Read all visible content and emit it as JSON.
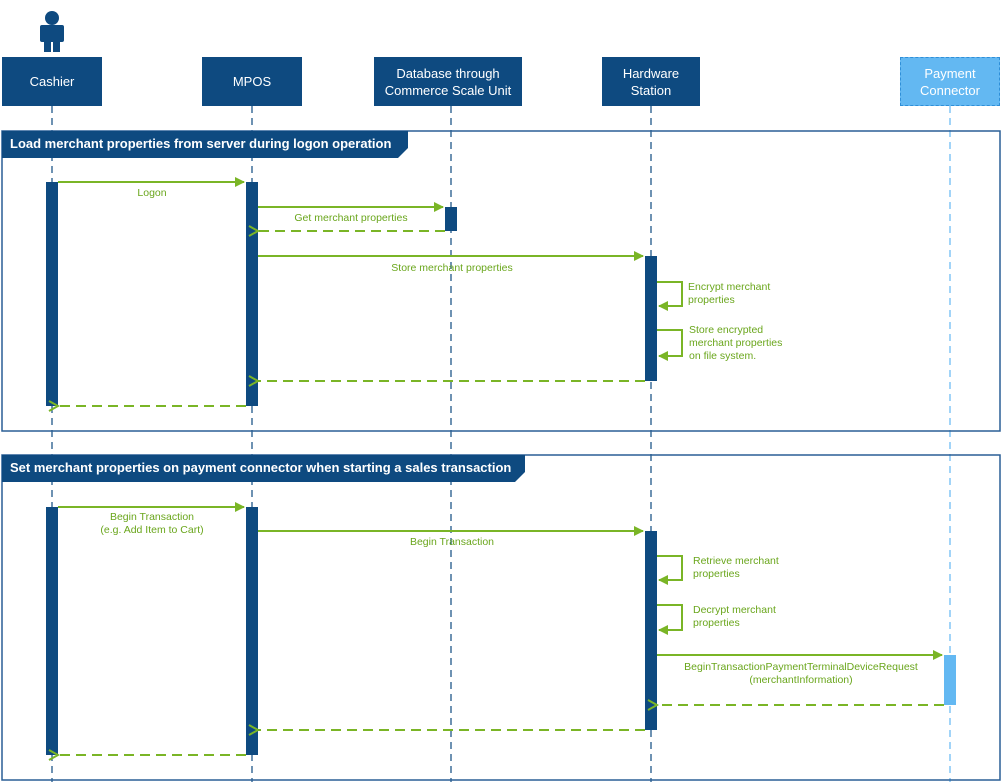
{
  "colors": {
    "actor_dark": "#0e4a80",
    "actor_light": "#63b8f2",
    "arrow": "#7ab526",
    "lifeline": "#0e4a80",
    "frame_border": "#2a5f95"
  },
  "actors": [
    {
      "id": "cashier",
      "label": "Cashier",
      "style": "dark",
      "icon": "person-icon"
    },
    {
      "id": "mpos",
      "label": "MPOS",
      "style": "dark"
    },
    {
      "id": "database",
      "label": "Database through\nCommerce Scale Unit",
      "style": "dark"
    },
    {
      "id": "hardware",
      "label": "Hardware\nStation",
      "style": "dark"
    },
    {
      "id": "payment",
      "label": "Payment\nConnector",
      "style": "light"
    }
  ],
  "frames": [
    {
      "title": "Load merchant properties from server during logon operation"
    },
    {
      "title": "Set merchant properties on payment connector when starting a sales transaction"
    }
  ],
  "messages": [
    {
      "label": "Logon",
      "from": "cashier",
      "to": "mpos",
      "kind": "sync"
    },
    {
      "label": "Get merchant properties",
      "from": "mpos",
      "to": "database",
      "kind": "sync"
    },
    {
      "label": "",
      "from": "database",
      "to": "mpos",
      "kind": "return"
    },
    {
      "label": "Store merchant properties",
      "from": "mpos",
      "to": "hardware",
      "kind": "sync"
    },
    {
      "label": "Encrypt merchant\nproperties",
      "from": "hardware",
      "to": "hardware",
      "kind": "self"
    },
    {
      "label": "Store encrypted\nmerchant properties\non file system.",
      "from": "hardware",
      "to": "hardware",
      "kind": "self"
    },
    {
      "label": "",
      "from": "hardware",
      "to": "mpos",
      "kind": "return"
    },
    {
      "label": "",
      "from": "mpos",
      "to": "cashier",
      "kind": "return"
    },
    {
      "label": "Begin Transaction\n(e.g. Add Item to Cart)",
      "from": "cashier",
      "to": "mpos",
      "kind": "sync"
    },
    {
      "label": "Begin Transaction",
      "from": "mpos",
      "to": "hardware",
      "kind": "sync"
    },
    {
      "label": "Retrieve merchant\nproperties",
      "from": "hardware",
      "to": "hardware",
      "kind": "self"
    },
    {
      "label": "Decrypt merchant\nproperties",
      "from": "hardware",
      "to": "hardware",
      "kind": "self"
    },
    {
      "label": "BeginTransactionPaymentTerminalDeviceRequest\n(merchantInformation)",
      "from": "hardware",
      "to": "payment",
      "kind": "sync"
    },
    {
      "label": "",
      "from": "payment",
      "to": "hardware",
      "kind": "return"
    },
    {
      "label": "",
      "from": "hardware",
      "to": "mpos",
      "kind": "return"
    },
    {
      "label": "",
      "from": "mpos",
      "to": "cashier",
      "kind": "return"
    }
  ]
}
